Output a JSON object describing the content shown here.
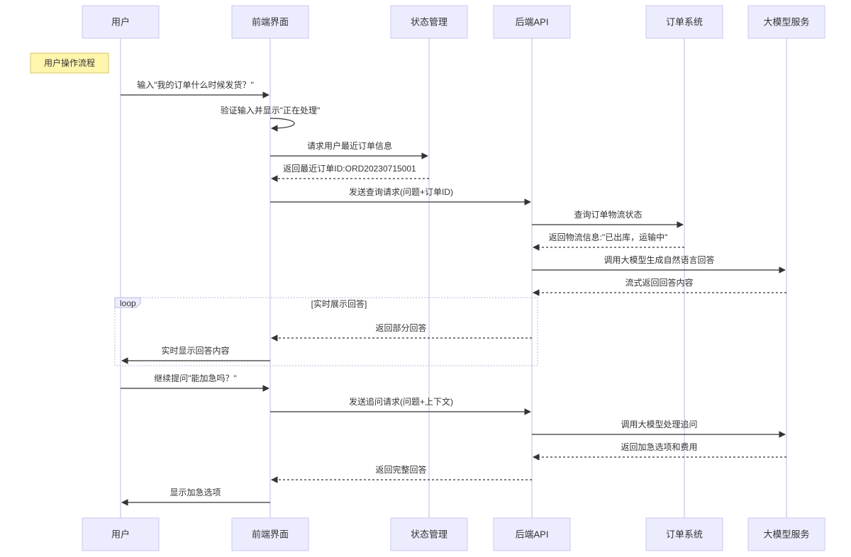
{
  "participants": [
    {
      "id": "user",
      "label": "用户"
    },
    {
      "id": "frontend",
      "label": "前端界面"
    },
    {
      "id": "state",
      "label": "状态管理"
    },
    {
      "id": "backend",
      "label": "后端API"
    },
    {
      "id": "order",
      "label": "订单系统"
    },
    {
      "id": "llm",
      "label": "大模型服务"
    }
  ],
  "note": {
    "over": "user",
    "text": "用户操作流程"
  },
  "loop": {
    "label": "loop",
    "condition": "[实时展示回答]",
    "from_step": 9,
    "to_step": 10
  },
  "messages": [
    {
      "from": "user",
      "to": "frontend",
      "text": "输入\"我的订单什么时候发货？\"",
      "style": "solid"
    },
    {
      "from": "frontend",
      "to": "frontend",
      "text": "验证输入并显示\"正在处理\"",
      "style": "solid"
    },
    {
      "from": "frontend",
      "to": "state",
      "text": "请求用户最近订单信息",
      "style": "solid"
    },
    {
      "from": "state",
      "to": "frontend",
      "text": "返回最近订单ID:ORD20230715001",
      "style": "dashed"
    },
    {
      "from": "frontend",
      "to": "backend",
      "text": "发送查询请求(问题+订单ID)",
      "style": "solid"
    },
    {
      "from": "backend",
      "to": "order",
      "text": "查询订单物流状态",
      "style": "solid"
    },
    {
      "from": "order",
      "to": "backend",
      "text": "返回物流信息:\"已出库，运输中\"",
      "style": "dashed"
    },
    {
      "from": "backend",
      "to": "llm",
      "text": "调用大模型生成自然语言回答",
      "style": "solid"
    },
    {
      "from": "llm",
      "to": "backend",
      "text": "流式返回回答内容",
      "style": "dashed"
    },
    {
      "from": "backend",
      "to": "frontend",
      "text": "返回部分回答",
      "style": "dashed"
    },
    {
      "from": "frontend",
      "to": "user",
      "text": "实时显示回答内容",
      "style": "solid"
    },
    {
      "from": "user",
      "to": "frontend",
      "text": "继续提问\"能加急吗？\"",
      "style": "solid"
    },
    {
      "from": "frontend",
      "to": "backend",
      "text": "发送追问请求(问题+上下文)",
      "style": "solid"
    },
    {
      "from": "backend",
      "to": "llm",
      "text": "调用大模型处理追问",
      "style": "solid"
    },
    {
      "from": "llm",
      "to": "backend",
      "text": "返回加急选项和费用",
      "style": "dashed"
    },
    {
      "from": "backend",
      "to": "frontend",
      "text": "返回完整回答",
      "style": "dashed"
    },
    {
      "from": "frontend",
      "to": "user",
      "text": "显示加急选项",
      "style": "solid"
    }
  ]
}
